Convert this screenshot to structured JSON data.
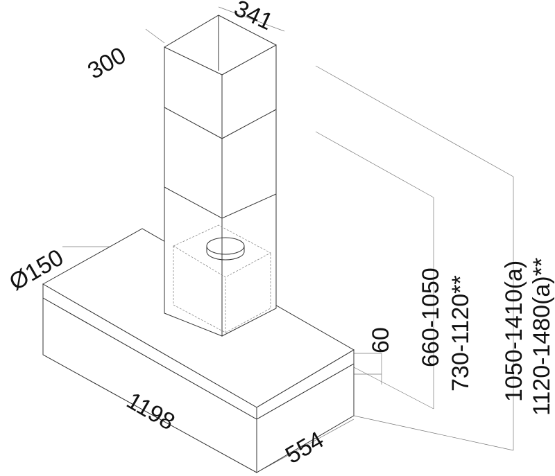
{
  "title": "Chimney hood dimension drawing",
  "dimensions": {
    "chimney_depth": "341",
    "chimney_width": "300",
    "duct_diameter": "Ø150",
    "hood_width": "1198",
    "hood_depth": "554",
    "hood_thickness": "60",
    "chimney_height_a": "660-1050",
    "chimney_height_b": "730-1120**",
    "total_height_a": "1050-1410(a)",
    "total_height_b": "1120-1480(a)**"
  }
}
